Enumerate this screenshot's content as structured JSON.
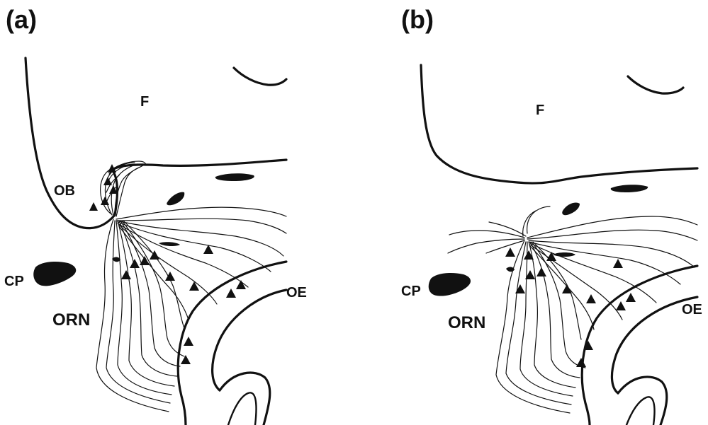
{
  "panels": [
    {
      "id": "a",
      "label": "(a)",
      "regions": {
        "f": "F",
        "ob": "OB",
        "cp": "CP",
        "orn": "ORN",
        "oe": "OE"
      }
    },
    {
      "id": "b",
      "label": "(b)",
      "regions": {
        "f": "F",
        "cp": "CP",
        "orn": "ORN",
        "oe": "OE"
      }
    }
  ]
}
